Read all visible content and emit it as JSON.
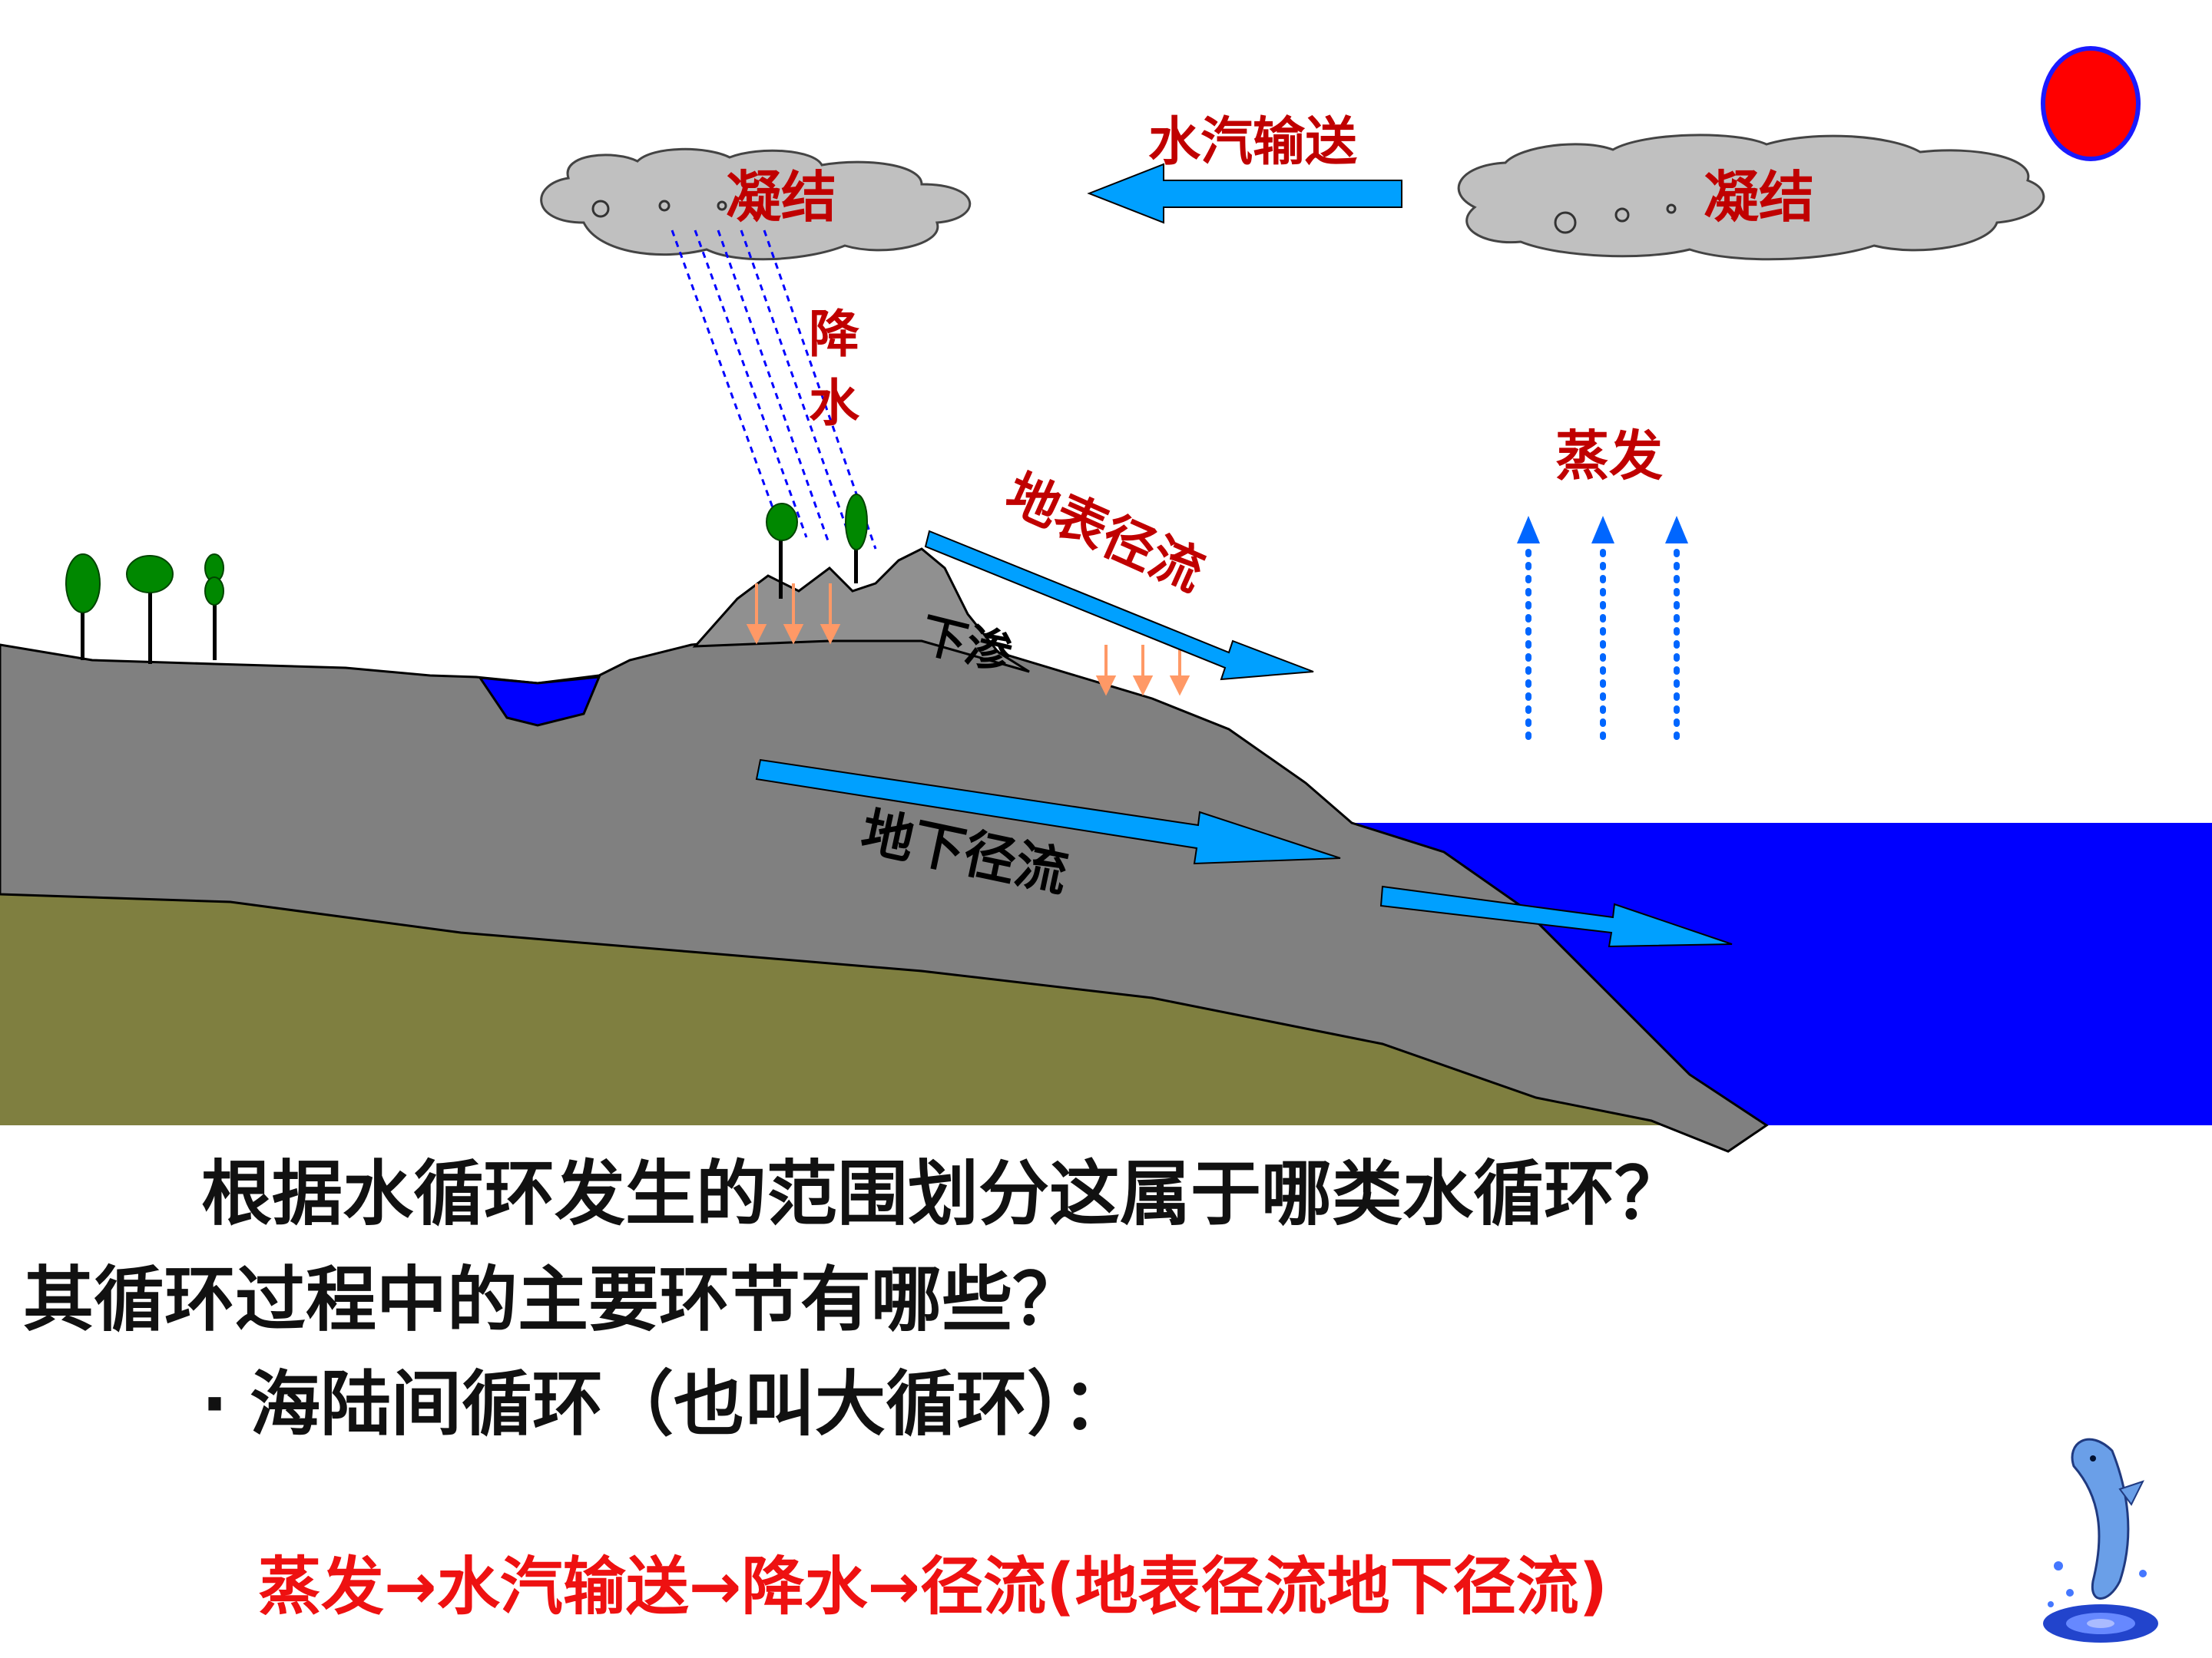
{
  "diagram": {
    "labels": {
      "condensation_left": "凝结",
      "condensation_right": "凝结",
      "vapor_transport": "水汽输送",
      "precipitation": "降\n水",
      "precipitation_top": "降",
      "precipitation_bottom": "水",
      "evaporation": "蒸发",
      "surface_runoff": "地表径流",
      "infiltration": "下渗",
      "groundwater_runoff": "地下径流"
    },
    "colors": {
      "label_red": "#c00000",
      "cloud": "#c0c0c0",
      "ground": "#808080",
      "bedrock": "#7f7f40",
      "ocean": "#0000ff",
      "arrow_blue": "#0099ff",
      "sun": "#ff0000",
      "tree": "#007700",
      "infiltration_arrow": "#ff9966"
    },
    "icons": [
      "sun-icon",
      "cloud-icon",
      "tree-icon",
      "dolphin-icon"
    ]
  },
  "text": {
    "question_line1": "根据水循环发生的范围划分这属于哪类水循环？",
    "question_line2": "其循环过程中的主要环节有哪些？",
    "bullet": "·",
    "bullet_text": "海陆间循环（也叫大循环）：",
    "answer": "蒸发→水汽输送→降水→径流(地表径流地下径流)"
  }
}
